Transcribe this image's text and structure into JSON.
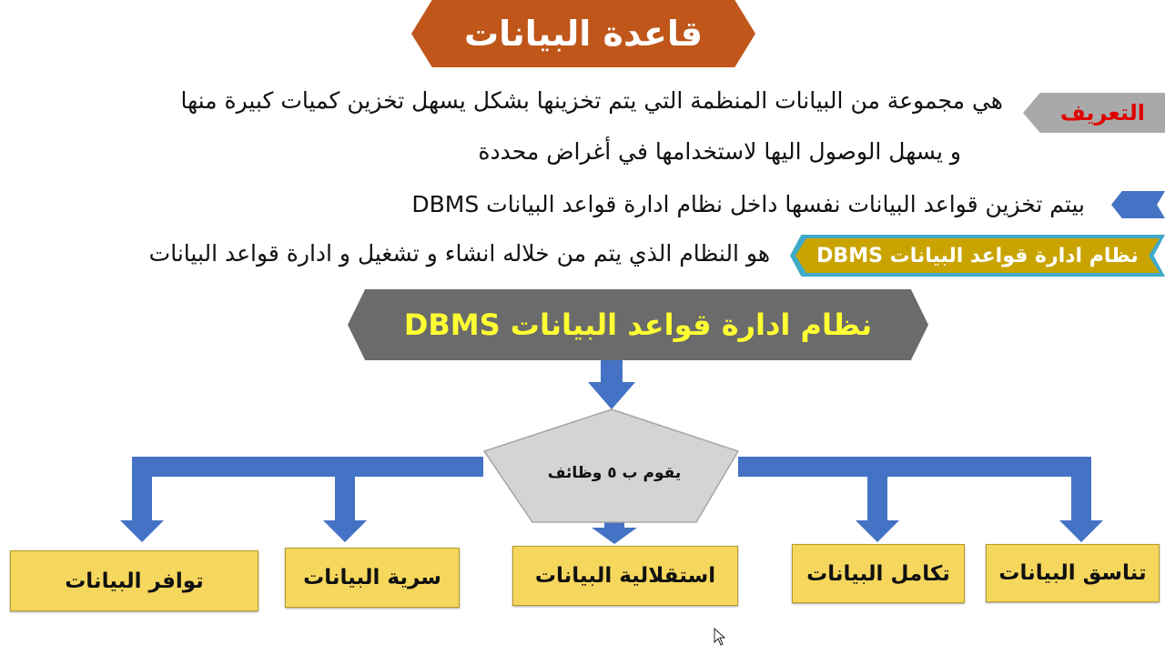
{
  "title": "قاعدة البيانات",
  "definition": {
    "tag": "التعريف",
    "line1": "هي مجموعة من البيانات المنظمة التي يتم تخزينها بشكل يسهل تخزين كميات كبيرة منها",
    "line2": "و يسهل الوصول اليها لاستخدامها في أغراض محددة"
  },
  "bullet_line": "بيتم تخزين قواعد البيانات نفسها داخل نظام ادارة قواعد البيانات DBMS",
  "dbms_definition": {
    "tag": "نظام ادارة قواعد البيانات DBMS",
    "text": "هو النظام الذي يتم من خلاله انشاء و تشغيل و ادارة قواعد البيانات"
  },
  "diagram": {
    "main": "نظام ادارة قواعد البيانات DBMS",
    "center": "يقوم ب ٥ وظائف",
    "functions": [
      "تناسق البيانات",
      "تكامل البيانات",
      "استقلالية البيانات",
      "سرية البيانات",
      "توافر البيانات"
    ]
  },
  "colors": {
    "title_bg": "#c0561a",
    "definition_tag_text": "#e00000",
    "arrows": "#4472c4",
    "main_box": "#6b6b6b",
    "main_text": "#ffff33",
    "function_boxes": "#f6d75d",
    "dbms_tag": "#c9a400",
    "dbms_tag_border": "#3fa9c8"
  }
}
